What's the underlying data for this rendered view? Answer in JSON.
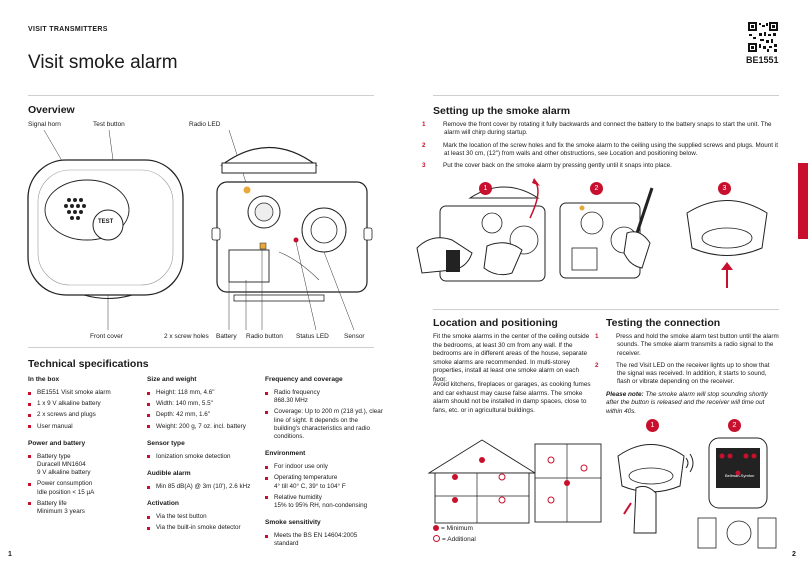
{
  "header": {
    "section": "VISIT TRANSMITTERS",
    "title": "Visit smoke alarm",
    "model": "BE1551"
  },
  "overview": {
    "heading": "Overview",
    "labels": {
      "signal_horn": "Signal horn",
      "test_button": "Test button",
      "radio_led": "Radio LED",
      "front_cover": "Front cover",
      "screw_holes": "2 x screw holes",
      "battery": "Battery",
      "radio_button": "Radio button",
      "status_led": "Status LED",
      "sensor": "Sensor",
      "test_text": "TEST"
    }
  },
  "specs": {
    "heading": "Technical specifications",
    "in_box": {
      "title": "In the box",
      "items": [
        "BE1551 Visit smoke alarm",
        "1 x 9 V alkaline battery",
        "2 x screws and plugs",
        "User manual"
      ]
    },
    "power": {
      "title": "Power and battery",
      "items": [
        "Battery type\nDuracell MN1604\n9 V alkaline battery",
        "Power consumption\nIdle position < 15 µA",
        "Battery life\nMinimum 3 years"
      ]
    },
    "size": {
      "title": "Size and weight",
      "items": [
        "Height: 118 mm, 4.6\"",
        "Width: 140 mm, 5.5\"",
        "Depth: 42 mm, 1.6\"",
        "Weight: 200 g, 7 oz. incl. battery"
      ]
    },
    "sensor": {
      "title": "Sensor type",
      "items": [
        "Ionization smoke detection"
      ]
    },
    "audible": {
      "title": "Audible alarm",
      "items": [
        "Min 85 dB(A) @ 3m (10'), 2.6 kHz"
      ]
    },
    "activation": {
      "title": "Activation",
      "items": [
        "Via the test button",
        "Via the built-in smoke detector"
      ]
    },
    "frequency": {
      "title": "Frequency and coverage",
      "items": [
        "Radio frequency\n868.30 MHz",
        "Coverage: Up to 200 m (218 yd.), clear line of sight. It depends on the building's characteristics and radio conditions."
      ]
    },
    "environment": {
      "title": "Environment",
      "items": [
        "For indoor use only",
        "Operating temperature\n4° till 40° C, 39° to 104° F",
        "Relative humidity\n15% to 95% RH, non-condensing"
      ]
    },
    "sensitivity": {
      "title": "Smoke sensitivity",
      "items": [
        "Meets the BS EN 14604:2005 standard"
      ]
    }
  },
  "setup": {
    "heading": "Setting up the smoke alarm",
    "steps": [
      {
        "n": "1",
        "text": "Remove the front cover by rotating it fully backwards and connect the battery to the battery snaps to start the unit. The alarm will chirp during startup."
      },
      {
        "n": "2",
        "text": "Mark the location of the screw holes and fix the smoke alarm to the ceiling using the supplied screws and plugs. Mount it at least 30 cm, (12\") from walls and other obstructions, see Location and positioning below."
      },
      {
        "n": "3",
        "text": "Put the cover back on the smoke alarm by pressing gently until it snaps into place."
      }
    ],
    "figure_nums": [
      "1",
      "2",
      "3"
    ]
  },
  "location": {
    "heading": "Location and positioning",
    "p1": "Fit the smoke alarms in the center of the ceiling outside the bedrooms, at least 30 cm from any wall. If the bedrooms are in different areas of the house, separate smoke alarms are recommended. In multi-storey properties, install at least one smoke alarm on each floor.",
    "p2": "Avoid kitchens, fireplaces or garages, as cooking fumes and car exhaust may cause false alarms. The smoke alarm should not be installed in damp spaces, close to fans, etc. or in agricultural buildings.",
    "legend_min": "= Minimum",
    "legend_add": "= Additional"
  },
  "testing": {
    "heading": "Testing the connection",
    "steps": [
      {
        "n": "1",
        "text": "Press and hold the smoke alarm test button until the alarm sounds. The smoke alarm transmits a radio signal to the receiver."
      },
      {
        "n": "2",
        "text": "The red Visit LED on the receiver lights up to show that the signal was received. In addition, it starts to sound, flash or vibrate depending on the receiver."
      }
    ],
    "note_label": "Please note:",
    "note_text": "The smoke alarm will stop sounding shortly after the button is released and the receiver will time out within 40s.",
    "figure_nums": [
      "1",
      "2"
    ],
    "receiver_brand": "Bellman-Symfon"
  },
  "pages": {
    "left": "1",
    "right": "2"
  },
  "colors": {
    "accent": "#c8102e"
  }
}
